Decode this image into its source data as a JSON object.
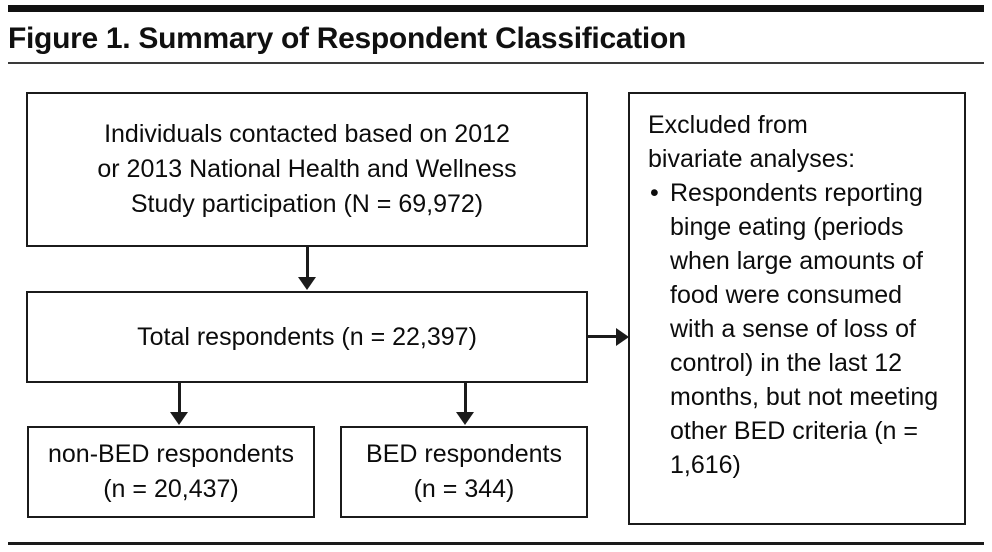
{
  "figure": {
    "title": "Figure 1. Summary of Respondent Classification"
  },
  "nodes": {
    "contacted": {
      "text": "Individuals contacted based on 2012\nor 2013 National Health and Wellness\nStudy participation (N = 69,972)",
      "n_label": "N = 69,972",
      "n_value": 69972
    },
    "total": {
      "text": "Total respondents (n = 22,397)",
      "n_label": "n = 22,397",
      "n_value": 22397
    },
    "non_bed": {
      "text": "non-BED respondents\n(n = 20,437)",
      "n_label": "n = 20,437",
      "n_value": 20437
    },
    "bed": {
      "text": "BED respondents\n(n = 344)",
      "n_label": "n = 344",
      "n_value": 344
    },
    "excluded": {
      "heading": "Excluded from\nbivariate analyses:",
      "bullet_glyph": "•",
      "items": [
        "Respondents reporting binge eating (periods when large amounts of food were consumed with a sense of loss of control) in the last 12 months, but not meeting other BED criteria (n = 1,616)"
      ],
      "n_label": "n = 1,616",
      "n_value": 1616
    }
  },
  "connectors": [
    {
      "name": "contacted-to-total",
      "from": "contacted",
      "to": "total",
      "direction": "down"
    },
    {
      "name": "total-to-non-bed",
      "from": "total",
      "to": "non_bed",
      "direction": "down"
    },
    {
      "name": "total-to-bed",
      "from": "total",
      "to": "bed",
      "direction": "down"
    },
    {
      "name": "total-to-excluded",
      "from": "total",
      "to": "excluded",
      "direction": "right"
    }
  ],
  "colors": {
    "line": "#1b1b1b",
    "text": "#0c0c0c",
    "background": "#ffffff",
    "rule": "#3a3a3a"
  }
}
